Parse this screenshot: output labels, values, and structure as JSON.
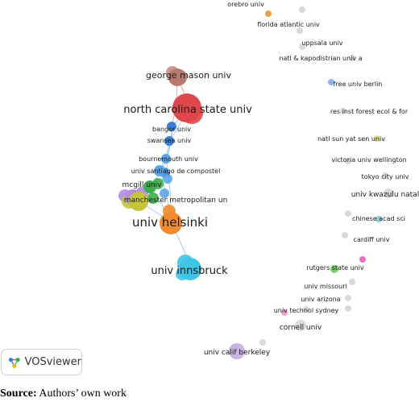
{
  "network": {
    "nodes": [
      {
        "label": "orebro univ",
        "color": "#d9d9d9"
      },
      {
        "label": "",
        "color": "#e8a04a"
      },
      {
        "label": "florida atlantic univ",
        "color": "#d9d9d9"
      },
      {
        "label": "uppsala univ",
        "color": "#d9d9d9"
      },
      {
        "label": "natl & kapodistrian univ a",
        "color": "#d9d9d9"
      },
      {
        "label": "free univ berlin",
        "color": "#8fb4e6"
      },
      {
        "label": "res inst forest ecol & for",
        "color": "#d9d9d9"
      },
      {
        "label": "natl sun yat sen univ",
        "color": "#e4e48a"
      },
      {
        "label": "victoria univ wellington",
        "color": "#d9d9d9"
      },
      {
        "label": "tokyo city univ",
        "color": "#d9d9d9"
      },
      {
        "label": "univ kwazulu natal",
        "color": "#d9d9d9"
      },
      {
        "label": "chinese acad sci",
        "color": "#8fd1e0"
      },
      {
        "label": "",
        "color": "#d9d9d9"
      },
      {
        "label": "cardiff univ",
        "color": "#d9d9d9"
      },
      {
        "label": "",
        "color": "#e86fc8"
      },
      {
        "label": "rutgers state univ",
        "color": "#7ccf6a"
      },
      {
        "label": "univ missouri",
        "color": "#d9d9d9"
      },
      {
        "label": "univ arizona",
        "color": "#d9d9d9"
      },
      {
        "label": "",
        "color": "#d9d9d9"
      },
      {
        "label": "univ technol sydney",
        "color": "#d9d9d9"
      },
      {
        "label": "",
        "color": "#f0a0cf"
      },
      {
        "label": "cornell univ",
        "color": "#d9d9d9"
      },
      {
        "label": "",
        "color": "#d9d9d9"
      },
      {
        "label": "univ calif berkeley",
        "color": "#c9b3df"
      },
      {
        "label": "george mason univ",
        "color": "#b97a6e"
      },
      {
        "label": "north carolina state univ",
        "color": "#e0474c"
      },
      {
        "label": "bangor univ",
        "color": "#3a7fd5"
      },
      {
        "label": "swansea univ",
        "color": "#3a7fd5"
      },
      {
        "label": "bournemouth univ",
        "color": "#5aa6e8"
      },
      {
        "label": "univ santiago de compostel",
        "color": "#5aa6e8"
      },
      {
        "label": "mcgill univ",
        "color": "#3fae4a"
      },
      {
        "label": "manchester metropolitan un",
        "color": "#b48ce0"
      },
      {
        "label": "",
        "color": "#c5c53a"
      },
      {
        "label": "univ helsinki",
        "color": "#f08c2e"
      },
      {
        "label": "univ innsbruck",
        "color": "#3fc4e3"
      }
    ]
  },
  "badge": {
    "text": "VOSviewer"
  },
  "source": {
    "label": "Source:",
    "text": " Authors’ own work"
  }
}
